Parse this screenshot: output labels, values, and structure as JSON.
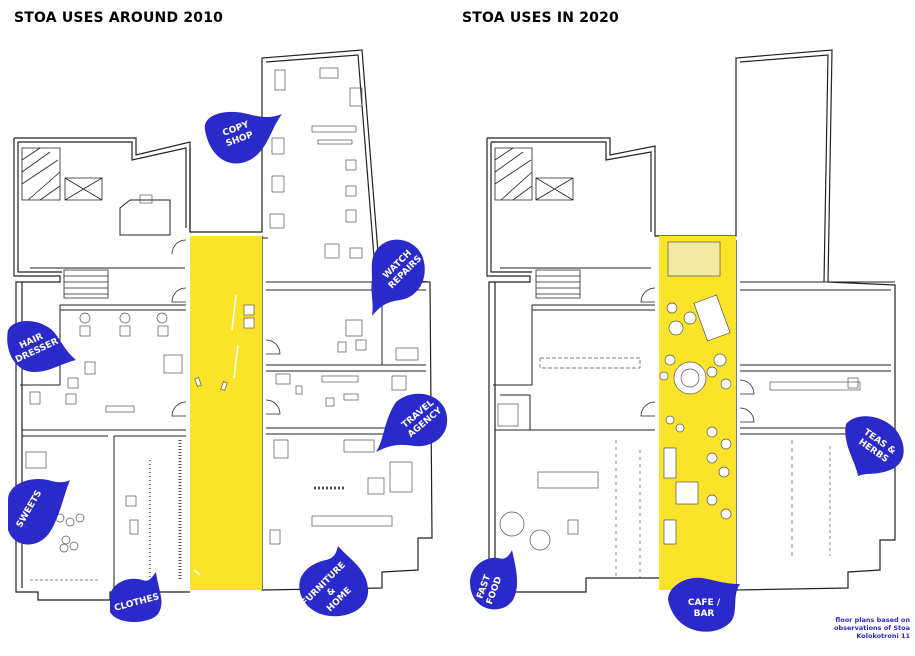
{
  "titles": {
    "left": "STOA USES AROUND 2010",
    "right": "STOA USES IN 2020"
  },
  "uses_2010": [
    {
      "id": "copy-shop",
      "label": "COPY\nSHOP"
    },
    {
      "id": "watch-repairs",
      "label": "WATCH\nREPAIRS"
    },
    {
      "id": "hair-dresser",
      "label": "HAIR\nDRESSER"
    },
    {
      "id": "travel-agency",
      "label": "TRAVEL\nAGENCY"
    },
    {
      "id": "sweets",
      "label": "SWEETS"
    },
    {
      "id": "clothes",
      "label": "CLOTHES"
    },
    {
      "id": "furniture-home",
      "label": "FURNITURE &\nHOME"
    }
  ],
  "uses_2020": [
    {
      "id": "teas-herbs",
      "label": "TEAS &\nHERBS"
    },
    {
      "id": "fast-food",
      "label": "FAST\nFOOD"
    },
    {
      "id": "cafe-bar",
      "label": "CAFE /\nBAR"
    }
  ],
  "note": "floor plans based on\nobservations of Stoa\nKolokotroni 11",
  "colors": {
    "blob": "#2a2acb",
    "passage": "#fbe32a",
    "line": "#222222",
    "furniture": "#555555"
  }
}
